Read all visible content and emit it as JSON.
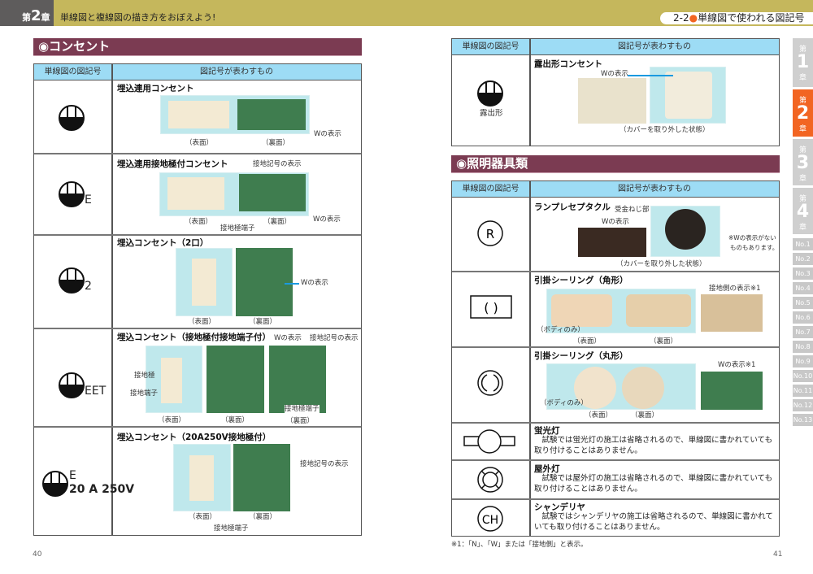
{
  "header": {
    "chapter_prefix": "第",
    "chapter_num": "2",
    "chapter_suffix": "章",
    "title": "単線図と複線図の描き方をおぼえよう!",
    "section_num": "2-2",
    "section_title": "単線図で使われる図記号"
  },
  "table_headers": {
    "col1": "単線図の図記号",
    "col2": "図記号が表わすもの"
  },
  "left": {
    "heading": "◉コンセント",
    "rows": [
      {
        "symbol": "",
        "name": "埋込連用コンセント",
        "labels": [
          "（表面）",
          "（裏面）",
          "Wの表示"
        ]
      },
      {
        "symbol": "E",
        "name": "埋込連用接地極付コンセント",
        "labels": [
          "接地記号の表示",
          "（表面）",
          "接地極端子",
          "（裏面）",
          "Wの表示"
        ]
      },
      {
        "symbol": "2",
        "name": "埋込コンセント（2口）",
        "labels": [
          "（表面）",
          "（裏面）",
          "Wの表示"
        ]
      },
      {
        "symbol": "EET",
        "name": "埋込コンセント（接地極付接地端子付）",
        "labels": [
          "Wの表示",
          "接地記号の表示",
          "接地極",
          "接地端子",
          "接地極端子",
          "（表面）",
          "（裏面）",
          "（裏面）"
        ]
      },
      {
        "symbol": "E",
        "symbol2": "20 A 250V",
        "name": "埋込コンセント（20A250V接地極付）",
        "labels": [
          "接地記号の表示",
          "（表面）",
          "（裏面）",
          "接地極端子"
        ]
      }
    ],
    "page_number": "40"
  },
  "right": {
    "top_row": {
      "symbol": "露出形",
      "name": "露出形コンセント",
      "labels": [
        "Wの表示",
        "（カバーを取り外した状態）"
      ]
    },
    "heading": "◉照明器具類",
    "rows": [
      {
        "symbol": "R",
        "name": "ランプレセプタクル",
        "labels": [
          "受金ねじ部",
          "Wの表示",
          "※Wの表示がない",
          "ものもあります。",
          "（カバーを取り外した状態）"
        ]
      },
      {
        "symbol": "(  )",
        "name": "引掛シーリング（角形）",
        "labels": [
          "接地側の表示※1",
          "（ボディのみ）",
          "（表面）",
          "（裏面）"
        ]
      },
      {
        "symbol": "",
        "name": "引掛シーリング（丸形）",
        "labels": [
          "Wの表示※1",
          "（ボディのみ）",
          "（表面）",
          "（裏面）"
        ]
      },
      {
        "symbol": "",
        "name": "蛍光灯",
        "text": "試験では蛍光灯の施工は省略されるので、単線図に書かれていても取り付けることはありません。"
      },
      {
        "symbol": "",
        "name": "屋外灯",
        "text": "試験では屋外灯の施工は省略されるので、単線図に書かれていても取り付けることはありません。"
      },
      {
        "symbol": "CH",
        "name": "シャンデリヤ",
        "text": "試験ではシャンデリヤの施工は省略されるので、単線図に書かれていても取り付けることはありません。"
      }
    ],
    "footnote": "※1：「N」、「W」または「接地側」と表示。",
    "page_number": "41"
  },
  "side_tabs": {
    "chapters": [
      {
        "pre": "第",
        "num": "1",
        "post": "章"
      },
      {
        "pre": "第",
        "num": "2",
        "post": "章"
      },
      {
        "pre": "第",
        "num": "3",
        "post": "章"
      },
      {
        "pre": "第",
        "num": "4",
        "post": "章"
      }
    ],
    "items": [
      "No.1",
      "No.2",
      "No.3",
      "No.4",
      "No.5",
      "No.6",
      "No.7",
      "No.8",
      "No.9",
      "No.10",
      "No.11",
      "No.12",
      "No.13"
    ],
    "active_color": "#f26522"
  }
}
